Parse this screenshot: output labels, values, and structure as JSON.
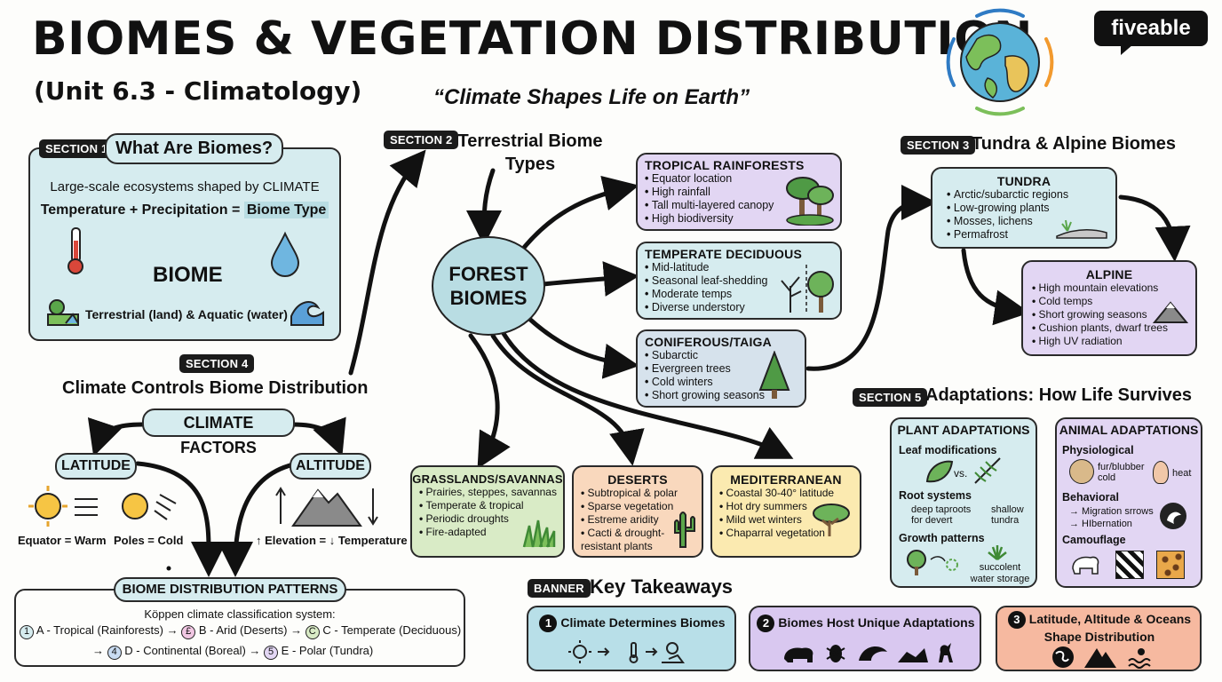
{
  "header": {
    "title": "BIOMES & VEGETATION DISTRIBUTION",
    "subtitle": "(Unit 6.3 - Climatology)",
    "quote": "“Climate Shapes Life on Earth”",
    "logo": "fiveable"
  },
  "section1": {
    "tag": "SECTION 1",
    "title": "What Are Biomes?",
    "line1": "Large-scale ecosystems shaped by CLIMATE",
    "eq_left": "Temperature + Precipitation =",
    "eq_right": "Biome Type",
    "center": "BIOME",
    "footer": "Terrestrial (land) & Aquatic (water)"
  },
  "section2": {
    "tag": "SECTION 2",
    "title": "Terrestrial Biome Types",
    "hub": "FOREST BIOMES",
    "biomes": [
      {
        "title": "TROPICAL RAINFORESTS",
        "items": [
          "Equator location",
          "High rainfall",
          "Tall multi-layered canopy",
          "High biodiversity"
        ]
      },
      {
        "title": "TEMPERATE DECIDUOUS",
        "items": [
          "Mid-latitude",
          "Seasonal leaf-shedding",
          "Moderate temps",
          "Diverse understory"
        ]
      },
      {
        "title": "CONIFEROUS/TAIGA",
        "items": [
          "Subarctic",
          "Evergreen trees",
          "Cold winters",
          "Short growing seasons"
        ]
      },
      {
        "title": "GRASSLANDS/SAVANNAS",
        "items": [
          "Prairies, steppes, savannas",
          "Temperate & tropical",
          "Periodic droughts",
          "Fire-adapted"
        ]
      },
      {
        "title": "DESERTS",
        "items": [
          "Subtropical & polar",
          "Sparse vegetation",
          "Estreme aridity",
          "Cacti & drought-resistant plants"
        ]
      },
      {
        "title": "MEDITERRANEAN",
        "items": [
          "Coastal 30-40° latitude",
          "Hot dry summers",
          "Mild wet winters",
          "Chaparral vegetation"
        ]
      }
    ]
  },
  "section3": {
    "tag": "SECTION 3",
    "title": "Tundra & Alpine Biomes",
    "tundra": {
      "title": "TUNDRA",
      "items": [
        "Arctic/subarctic regions",
        "Low-growing plants",
        "Mosses, lichens",
        "Permafrost"
      ]
    },
    "alpine": {
      "title": "ALPINE",
      "items": [
        "High mountain elevations",
        "Cold temps",
        "Short growing seasons",
        "Cushion plants, dwarf trees",
        "High UV radiation"
      ]
    }
  },
  "section4": {
    "tag": "SECTION 4",
    "title": "Climate Controls Biome Distribution",
    "factors": "CLIMATE FACTORS",
    "latitude": "LATITUDE",
    "altitude": "ALTITUDE",
    "equator": "Equator = Warm",
    "poles": "Poles = Cold",
    "elevation": "↑ Elevation = ↓ Temperature",
    "patterns_title": "BIOME DISTRIBUTION PATTERNS",
    "koppen": "Köppen climate classification system:",
    "classes": [
      {
        "mark": "1",
        "text": "A - Tropical (Rainforests)"
      },
      {
        "mark": "£",
        "text": "B - Arid (Deserts)"
      },
      {
        "mark": "C",
        "text": "C - Temperate (Deciduous)"
      },
      {
        "mark": "4",
        "text": "D - Continental (Boreal)"
      },
      {
        "mark": "5",
        "text": "E - Polar (Tundra)"
      }
    ]
  },
  "section5": {
    "tag": "SECTION 5",
    "title": "Adaptations: How Life Survives",
    "plant": {
      "title": "PLANT ADAPTATIONS",
      "leaf": "Leaf modifications",
      "vs": "vs.",
      "root": "Root systems",
      "deep": "deep taproots for devert",
      "shallow": "shallow tundra",
      "growth": "Growth patterns",
      "succulent": "succolent water storage"
    },
    "animal": {
      "title": "ANIMAL ADAPTATIONS",
      "physio": "Physiological",
      "fur": "fur/blubber cold",
      "heat": "heat",
      "behav": "Behavioral",
      "migration": "→ Migration srrows",
      "hibernation": "→ HIbernation",
      "camo": "Camouflage"
    }
  },
  "banner": {
    "tag": "BANNER",
    "title": "Key Takeaways",
    "items": [
      {
        "num": "1",
        "text": "Climate Determines Biomes",
        "color": "#b8dfe8"
      },
      {
        "num": "2",
        "text": "Biomes Host Unique Adaptations",
        "color": "#d9c8f0"
      },
      {
        "num": "3",
        "text": "Latitude, Altitude & Oceans Shape Distribution",
        "color": "#f6b9a0"
      }
    ]
  },
  "colors": {
    "blue": "#d6ecef",
    "purple": "#e2d6f3",
    "green": "#d9ebc6",
    "orange": "#f9d8bd",
    "yellow": "#fbeab0"
  }
}
